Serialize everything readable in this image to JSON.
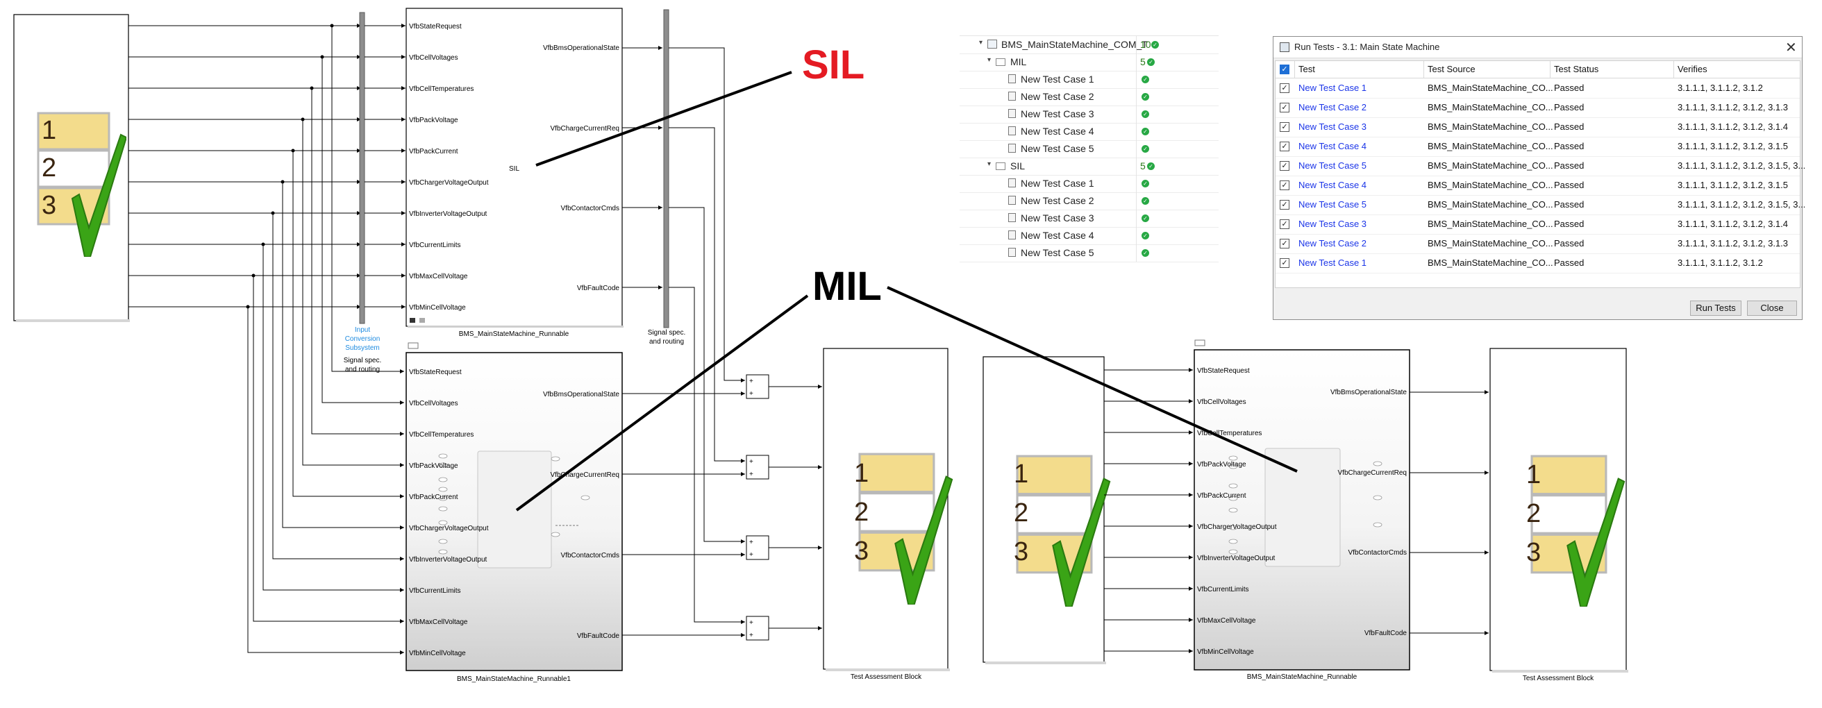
{
  "labels": {
    "sil": "SIL",
    "mil": "MIL"
  },
  "colors": {
    "sil_red": "#e41b23",
    "check_green": "#3aa416",
    "tile_yellow": "#f3dc8c",
    "link_blue": "#1b35e8",
    "pass_green": "#27a844"
  },
  "signal_block": {
    "tiles": [
      "1",
      "2",
      "3"
    ]
  },
  "runnable_top": {
    "caption": "BMS_MainStateMachine_Runnable",
    "inputs": [
      "VfbStateRequest",
      "VfbCellVoltages",
      "VfbCellTemperatures",
      "VfbPackVoltage",
      "VfbPackCurrent",
      "VfbChargerVoltageOutput",
      "VfbInverterVoltageOutput",
      "VfbCurrentLimits",
      "VfbMaxCellVoltage",
      "VfbMinCellVoltage"
    ],
    "outputs": [
      "VfbBmsOperationalState",
      "VfbChargeCurrentReq",
      "VfbContactorCmds",
      "VfbFaultCode"
    ],
    "center_label": "SIL"
  },
  "runnable_bottom": {
    "caption": "BMS_MainStateMachine_Runnable1",
    "inputs": [
      "VfbStateRequest",
      "VfbCellVoltages",
      "VfbCellTemperatures",
      "VfbPackVoltage",
      "VfbPackCurrent",
      "VfbChargerVoltageOutput",
      "VfbInverterVoltageOutput",
      "VfbCurrentLimits",
      "VfbMaxCellVoltage",
      "VfbMinCellVoltage"
    ],
    "outputs": [
      "VfbBmsOperationalState",
      "VfbChargeCurrentReq",
      "VfbContactorCmds",
      "VfbFaultCode"
    ]
  },
  "runnable_right": {
    "caption": "BMS_MainStateMachine_Runnable",
    "inputs": [
      "VfbStateRequest",
      "VfbCellVoltages",
      "VfbCellTemperatures",
      "VfbPackVoltage",
      "VfbPackCurrent",
      "VfbChargerVoltageOutput",
      "VfbInverterVoltageOutput",
      "VfbCurrentLimits",
      "VfbMaxCellVoltage",
      "VfbMinCellVoltage"
    ],
    "outputs": [
      "VfbBmsOperationalState",
      "VfbChargeCurrentReq",
      "VfbContactorCmds",
      "VfbFaultCode"
    ]
  },
  "input_conversion": {
    "line1": "Input",
    "line2": "Conversion",
    "line3": "Subsystem",
    "spec1": "Signal spec.",
    "spec2": "and routing"
  },
  "right_spec": {
    "line1": "Signal spec.",
    "line2": "and routing"
  },
  "assessment_caption": "Test Assessment Block",
  "sum_signs": [
    "+",
    "+"
  ],
  "tree": {
    "root": {
      "name": "BMS_MainStateMachine_COM_T",
      "count": "10"
    },
    "groups": [
      {
        "name": "MIL",
        "count": "5",
        "cases": [
          "New Test Case 1",
          "New Test Case 2",
          "New Test Case 3",
          "New Test Case 4",
          "New Test Case 5"
        ]
      },
      {
        "name": "SIL",
        "count": "5",
        "cases": [
          "New Test Case 1",
          "New Test Case 2",
          "New Test Case 3",
          "New Test Case 4",
          "New Test Case 5"
        ]
      }
    ]
  },
  "dialog": {
    "title": "Run Tests - 3.1: Main State Machine",
    "columns": [
      "Test",
      "Test Source",
      "Test Status",
      "Verifies"
    ],
    "rows": [
      {
        "test": "New Test Case 1",
        "source": "BMS_MainStateMachine_CO...",
        "status": "Passed",
        "verifies": "3.1.1.1, 3.1.1.2, 3.1.2"
      },
      {
        "test": "New Test Case 2",
        "source": "BMS_MainStateMachine_CO...",
        "status": "Passed",
        "verifies": "3.1.1.1, 3.1.1.2, 3.1.2, 3.1.3"
      },
      {
        "test": "New Test Case 3",
        "source": "BMS_MainStateMachine_CO...",
        "status": "Passed",
        "verifies": "3.1.1.1, 3.1.1.2, 3.1.2, 3.1.4"
      },
      {
        "test": "New Test Case 4",
        "source": "BMS_MainStateMachine_CO...",
        "status": "Passed",
        "verifies": "3.1.1.1, 3.1.1.2, 3.1.2, 3.1.5"
      },
      {
        "test": "New Test Case 5",
        "source": "BMS_MainStateMachine_CO...",
        "status": "Passed",
        "verifies": "3.1.1.1, 3.1.1.2, 3.1.2, 3.1.5, 3..."
      },
      {
        "test": "New Test Case 4",
        "source": "BMS_MainStateMachine_CO...",
        "status": "Passed",
        "verifies": "3.1.1.1, 3.1.1.2, 3.1.2, 3.1.5"
      },
      {
        "test": "New Test Case 5",
        "source": "BMS_MainStateMachine_CO...",
        "status": "Passed",
        "verifies": "3.1.1.1, 3.1.1.2, 3.1.2, 3.1.5, 3..."
      },
      {
        "test": "New Test Case 3",
        "source": "BMS_MainStateMachine_CO...",
        "status": "Passed",
        "verifies": "3.1.1.1, 3.1.1.2, 3.1.2, 3.1.4"
      },
      {
        "test": "New Test Case 2",
        "source": "BMS_MainStateMachine_CO...",
        "status": "Passed",
        "verifies": "3.1.1.1, 3.1.1.2, 3.1.2, 3.1.3"
      },
      {
        "test": "New Test Case 1",
        "source": "BMS_MainStateMachine_CO...",
        "status": "Passed",
        "verifies": "3.1.1.1, 3.1.1.2, 3.1.2"
      }
    ],
    "run_button": "Run Tests",
    "close_button": "Close"
  }
}
